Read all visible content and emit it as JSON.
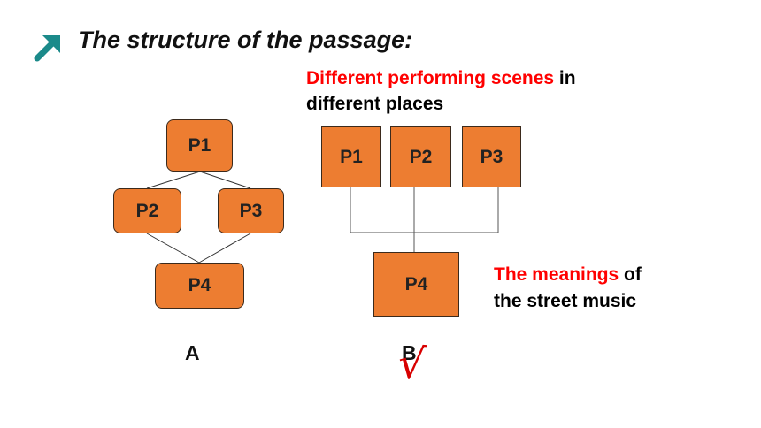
{
  "slide": {
    "title": "The structure of the passage:",
    "arrow_icon_color": "#1B8A8A"
  },
  "diagram_a": {
    "boxes": [
      "P1",
      "P2",
      "P3",
      "P4"
    ],
    "option_label": "A",
    "box_color": "#ED7D31"
  },
  "diagram_b": {
    "boxes": [
      "P1",
      "P2",
      "P3",
      "P4"
    ],
    "option_label": "B",
    "top_caption": {
      "highlight": "Different performing scenes",
      "rest_line1": " in",
      "rest_line2": "different places"
    },
    "bottom_caption": {
      "highlight": "The meanings",
      "rest_line1": " of",
      "rest_line2": "the street music"
    },
    "check_mark": "√",
    "check_color": "#D80000"
  }
}
